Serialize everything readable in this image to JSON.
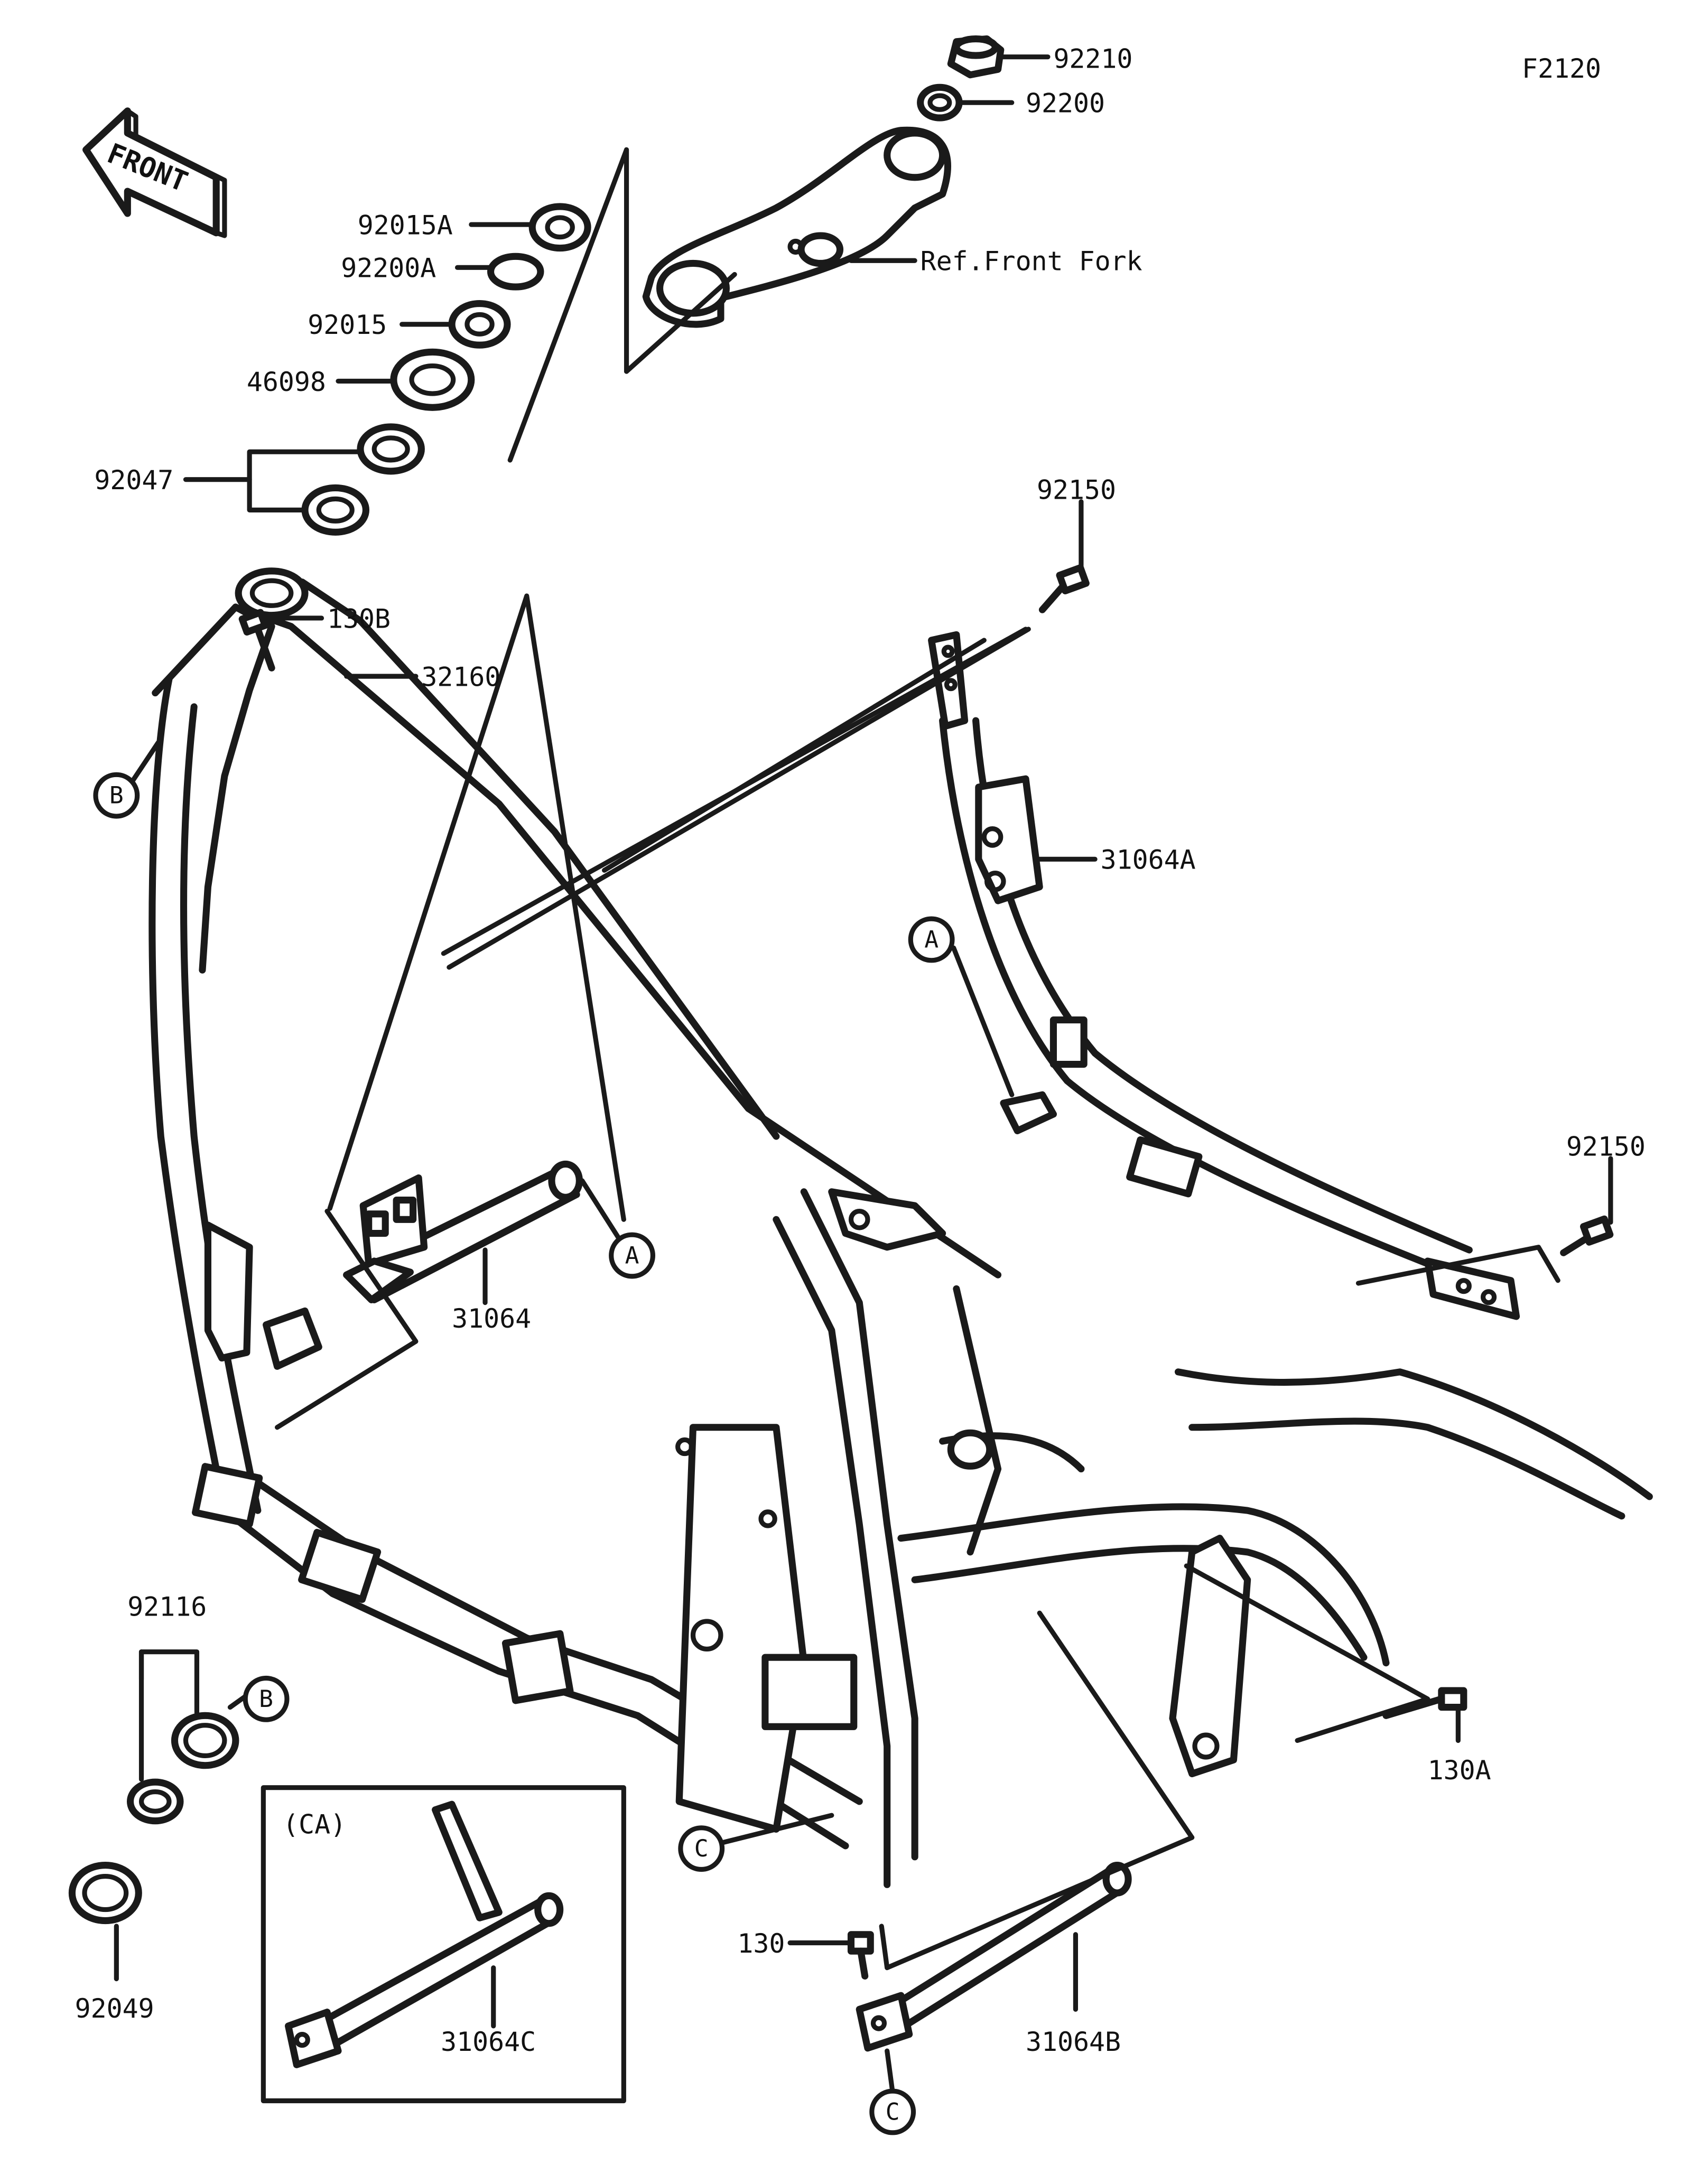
{
  "diagram_code": "F2120",
  "front_label": "FRONT",
  "ref_note": "Ref.Front Fork",
  "inset_label": "(CA)",
  "parts": [
    {
      "id": "p92210",
      "number": "92210"
    },
    {
      "id": "p92200",
      "number": "92200"
    },
    {
      "id": "p92015A",
      "number": "92015A"
    },
    {
      "id": "p92200A",
      "number": "92200A"
    },
    {
      "id": "p92015",
      "number": "92015"
    },
    {
      "id": "p46098",
      "number": "46098"
    },
    {
      "id": "p92047",
      "number": "92047"
    },
    {
      "id": "p32160",
      "number": "32160"
    },
    {
      "id": "p92150a",
      "number": "92150"
    },
    {
      "id": "p31064A",
      "number": "31064A"
    },
    {
      "id": "p130B",
      "number": "130B"
    },
    {
      "id": "p31064",
      "number": "31064"
    },
    {
      "id": "p92150b",
      "number": "92150"
    },
    {
      "id": "p92116",
      "number": "92116"
    },
    {
      "id": "p92049",
      "number": "92049"
    },
    {
      "id": "p130A",
      "number": "130A"
    },
    {
      "id": "p130",
      "number": "130"
    },
    {
      "id": "p31064B",
      "number": "31064B"
    },
    {
      "id": "p31064C",
      "number": "31064C"
    }
  ],
  "callouts": [
    "A",
    "B",
    "C"
  ]
}
